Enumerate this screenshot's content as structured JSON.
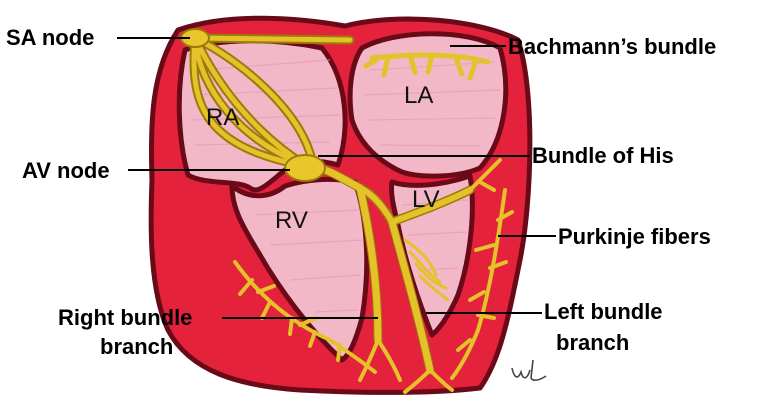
{
  "labels": {
    "sa_node": "SA node",
    "bachmann": "Bachmann’s bundle",
    "av_node": "AV node",
    "bundle_his": "Bundle of His",
    "purkinje": "Purkinje fibers",
    "right_bundle_line1": "Right bundle",
    "right_bundle_line2": "branch",
    "left_bundle_line1": "Left bundle",
    "left_bundle_line2": "branch"
  },
  "chambers": {
    "ra": "RA",
    "la": "LA",
    "rv": "RV",
    "lv": "LV"
  },
  "colors": {
    "myocardium": "#e4223c",
    "chamber_interior": "#f3b8c8",
    "conduction_system": "#e5c12a",
    "outline": "#6a0a18"
  }
}
